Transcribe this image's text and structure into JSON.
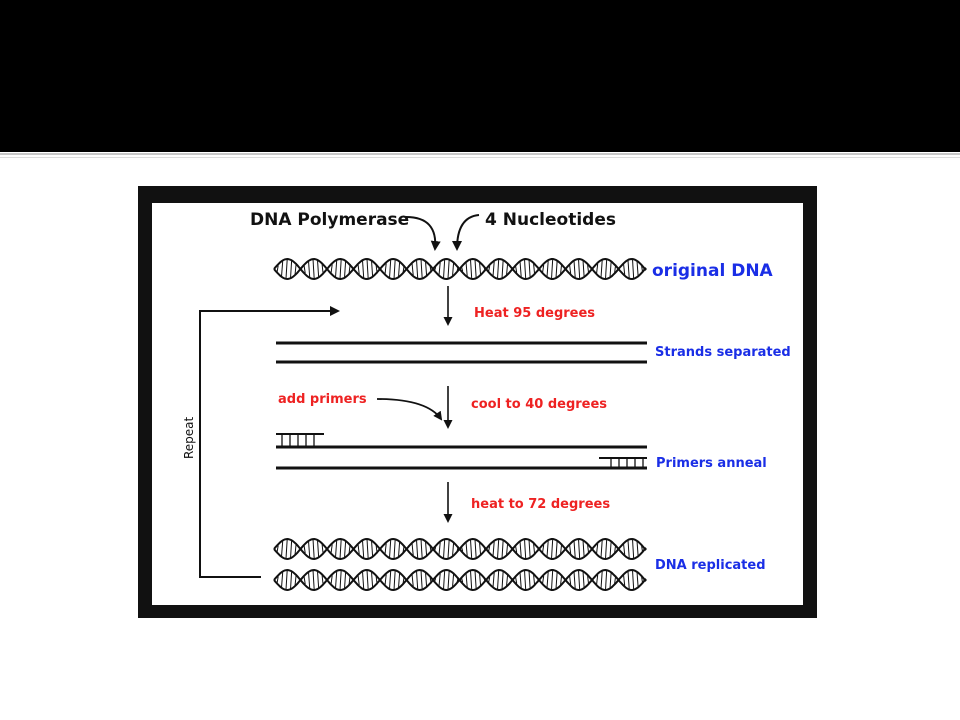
{
  "diagram": {
    "labels": {
      "polymerase": "DNA Polymerase",
      "nucleotides": "4 Nucleotides",
      "original": "original DNA",
      "heat95": "Heat 95 degrees",
      "separated": "Strands separated",
      "add_primers": "add primers",
      "cool40": "cool to 40 degrees",
      "anneal": "Primers anneal",
      "heat72": "heat to 72 degrees",
      "replicated": "DNA replicated",
      "repeat": "Repeat"
    },
    "colors": {
      "black_label": "#111111",
      "blue_label": "#1a2ee6",
      "red_label": "#ee2222",
      "frame": "#111111"
    }
  }
}
